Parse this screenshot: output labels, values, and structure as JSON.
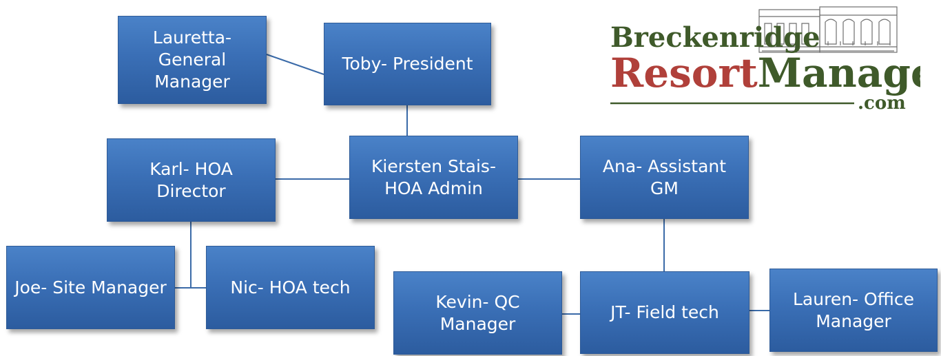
{
  "org_chart": {
    "nodes": {
      "lauretta": "Lauretta- General Manager",
      "toby": "Toby- President",
      "karl": "Karl- HOA Director",
      "kiersten": "Kiersten Stais- HOA Admin",
      "ana": "Ana- Assistant GM",
      "joe": "Joe- Site Manager",
      "nic": "Nic- HOA tech",
      "kevin": "Kevin- QC Manager",
      "jt": "JT- Field tech",
      "lauren": "Lauren- Office Manager"
    }
  },
  "logo": {
    "line1": "Breckenridge",
    "line2a": "Resort",
    "line2b": "Managers",
    "line3": ".com",
    "colors": {
      "green": "#3f5a2a",
      "red": "#b0403a",
      "gray": "#7a7a7a"
    }
  },
  "colors": {
    "box_top": "#4a82c8",
    "box_bottom": "#2c5c9f",
    "connector": "#3a6aa8"
  }
}
